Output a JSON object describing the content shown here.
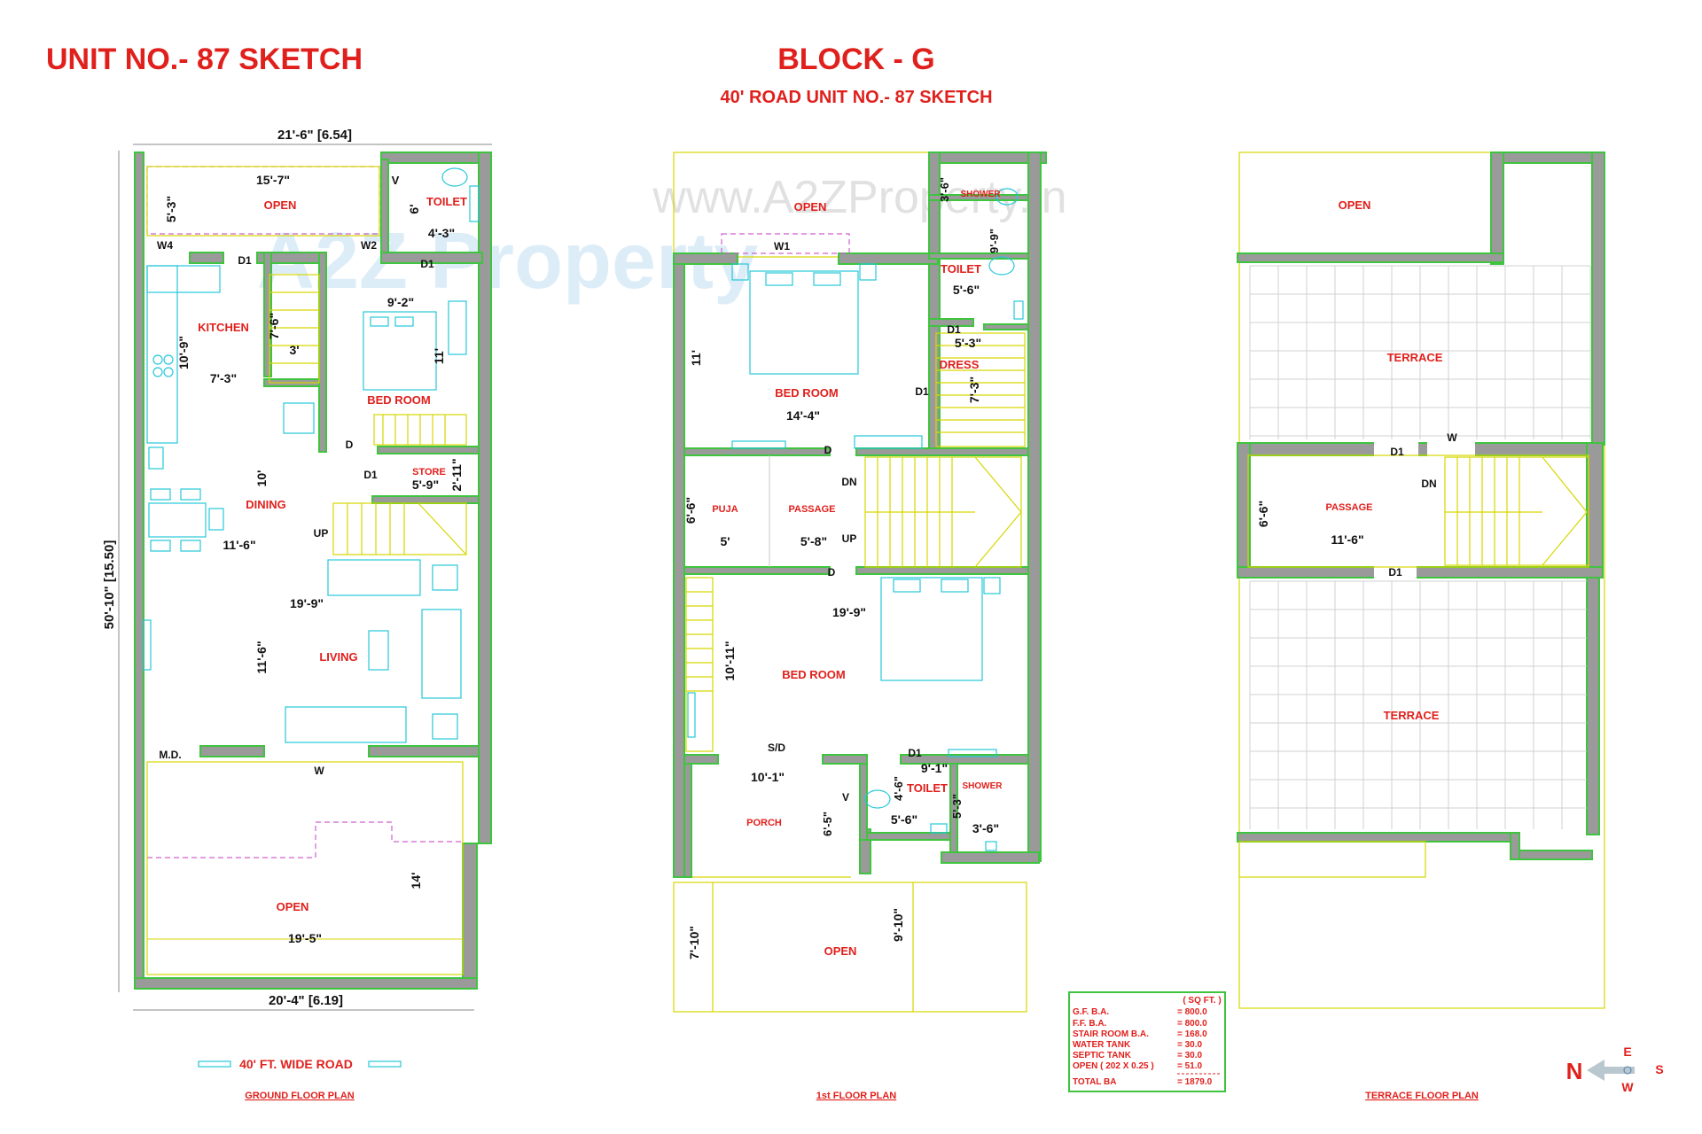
{
  "titles": {
    "unit_title": "UNIT NO.- 87 SKETCH",
    "block_title": "BLOCK - G",
    "block_subtitle": "40' ROAD UNIT NO.- 87 SKETCH",
    "watermark": "www.A2ZProperty.in",
    "watermark_logo": "A2Z Property"
  },
  "ground": {
    "dim_top": "21'-6\" [6.54]",
    "dim_left": "50'-10\" [15.50]",
    "dim_bottom": "20'-4\" [6.19]",
    "road": "40' FT. WIDE ROAD",
    "caption": "GROUND FLOOR PLAN",
    "labels": {
      "open_top": "OPEN",
      "d_open_w": "15'-7\"",
      "d_open_h": "5'-3\"",
      "toilet": "TOILET",
      "v": "V",
      "d_toilet_h": "6'",
      "d_toilet_w": "4'-3\"",
      "w4": "W4",
      "w2": "W2",
      "d1_a": "D1",
      "d1_b": "D1",
      "kitchen": "KITCHEN",
      "d_kit_h": "10'-9\"",
      "d_kit_w": "7'-3\"",
      "d_stair_h": "7'-6\"",
      "d_stair_w": "3'",
      "d_bed_w": "9'-2\"",
      "d_bed_h": "11'",
      "bedroom": "BED ROOM",
      "d": "D",
      "d1_c": "D1",
      "store": "STORE",
      "d_store_w": "5'-9\"",
      "d_store_h": "2'-11\"",
      "d_dining_h": "10'",
      "dining": "DINING",
      "up": "UP",
      "d_dining_w": "11'-6\"",
      "d_living_w": "19'-9\"",
      "d_living_h": "11'-6\"",
      "living": "LIVING",
      "md": "M.D.",
      "w": "W",
      "d_open_b_h": "14'",
      "open_bottom": "OPEN",
      "d_open_b_w": "19'-5\""
    }
  },
  "first": {
    "caption": "1st FLOOR PLAN",
    "labels": {
      "open_top": "OPEN",
      "w1": "W1",
      "shower_top": "SHOWER",
      "d_shower_h": "3'-6\"",
      "d_toilet_h": "9'-9\"",
      "toilet_top": "TOILET",
      "d_toilet_w": "5'-6\"",
      "d1_a": "D1",
      "d_dress_w": "5'-3\"",
      "dress": "DRESS",
      "d_dress_h": "7'-3\"",
      "d1_b": "D1",
      "d_bed_h": "11'",
      "bedroom_top": "BED ROOM",
      "d_bed_w": "14'-4\"",
      "d_a": "D",
      "d_puja_h": "6'-6\"",
      "puja": "PUJA",
      "d_puja_w": "5'",
      "passage": "PASSAGE",
      "d_pass_w": "5'-8\"",
      "dn": "DN",
      "up": "UP",
      "d_b": "D",
      "d_bed2_w": "19'-9\"",
      "d_bed2_h": "10'-11\"",
      "bedroom_bottom": "BED ROOM",
      "sd": "S/D",
      "d1_c": "D1",
      "d_porch_w": "10'-1\"",
      "d_t2_w": "9'-1\"",
      "v": "V",
      "d_t2_h": "4'-6\"",
      "toilet_bottom": "TOILET",
      "shower_bottom": "SHOWER",
      "porch": "PORCH",
      "d_porch_h": "6'-5\"",
      "d_t2_w2": "5'-6\"",
      "d_sh2_h": "5'-3\"",
      "d_sh2_w": "3'-6\"",
      "d_open_h": "7'-10\"",
      "d_open_h2": "9'-10\"",
      "open_bottom": "OPEN"
    }
  },
  "area_table": {
    "unit": "( SQ FT. )",
    "rows": [
      {
        "label": "G.F. B.A.",
        "value": "= 800.0"
      },
      {
        "label": "F.F. B.A.",
        "value": "= 800.0"
      },
      {
        "label": "STAIR ROOM B.A.",
        "value": "= 168.0"
      },
      {
        "label": "WATER TANK",
        "value": "=   30.0"
      },
      {
        "label": "SEPTIC TANK",
        "value": "=   30.0"
      },
      {
        "label": "OPEN ( 202 X 0.25 )",
        "value": "=   51.0"
      }
    ],
    "total": {
      "label": "TOTAL BA",
      "value": "= 1879.0"
    }
  },
  "terrace": {
    "caption": "TERRACE FLOOR PLAN",
    "labels": {
      "open": "OPEN",
      "terrace_top": "TERRACE",
      "w": "W",
      "d1_a": "D1",
      "dn": "DN",
      "passage": "PASSAGE",
      "d_pass_h": "6'-6\"",
      "d_pass_w": "11'-6\"",
      "d1_b": "D1",
      "terrace_bottom": "TERRACE"
    }
  },
  "compass": {
    "n": "N",
    "e": "E",
    "s": "S",
    "w": "W"
  },
  "colors": {
    "title_red": "#e0201c",
    "wall_gray": "#9a9a9a",
    "wall_outline": "#3fc43f",
    "fixture_cyan": "#25c7d9",
    "hatch_yellow": "#d7d700"
  }
}
